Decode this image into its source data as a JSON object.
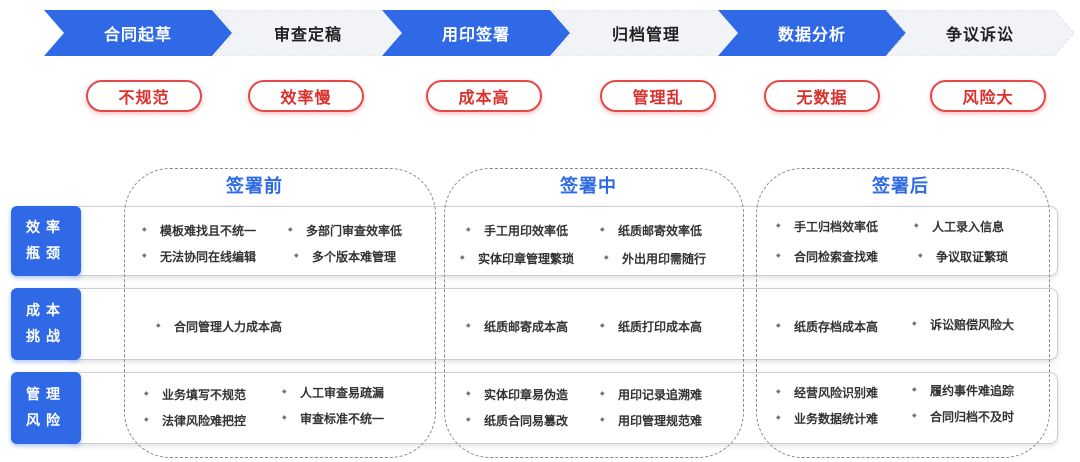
{
  "process_steps": [
    "合同起草",
    "审查定稿",
    "用印签署",
    "归档管理",
    "数据分析",
    "争议诉讼"
  ],
  "pain_points": [
    "不规范",
    "效率慢",
    "成本高",
    "管理乱",
    "无数据",
    "风险大"
  ],
  "phases": [
    "签署前",
    "签署中",
    "签署后"
  ],
  "rows": [
    {
      "label": [
        "效率",
        "瓶颈"
      ]
    },
    {
      "label": [
        "成本",
        "挑战"
      ]
    },
    {
      "label": [
        "管理",
        "风险"
      ]
    }
  ],
  "cells": {
    "r1": {
      "before": [
        "模板难找且不统一",
        "多部门审查效率低",
        "无法协同在线编辑",
        "多个版本难管理"
      ],
      "during": [
        "手工用印效率低",
        "纸质邮寄效率低",
        "实体印章管理繁琐",
        "外出用印需随行"
      ],
      "after": [
        "手工归档效率低",
        "人工录入信息",
        "合同检索查找难",
        "争议取证繁琐"
      ]
    },
    "r2": {
      "before": [
        "合同管理人力成本高"
      ],
      "during": [
        "纸质邮寄成本高",
        "纸质打印成本高"
      ],
      "after": [
        "纸质存档成本高",
        "诉讼赔偿风险大"
      ]
    },
    "r3": {
      "before": [
        "业务填写不规范",
        "人工审查易疏漏",
        "法律风险难把控",
        "审查标准不统一"
      ],
      "during": [
        "实体印章易伪造",
        "用印记录追溯难",
        "纸质合同易篡改",
        "用印管理规范难"
      ],
      "after": [
        "经营风险识别难",
        "履约事件难追踪",
        "业务数据统计难",
        "合同归档不及时"
      ]
    }
  },
  "colors": {
    "primary": "#2f69e6",
    "light_step": "#f2f3f6",
    "alert": "#e24a4a"
  }
}
